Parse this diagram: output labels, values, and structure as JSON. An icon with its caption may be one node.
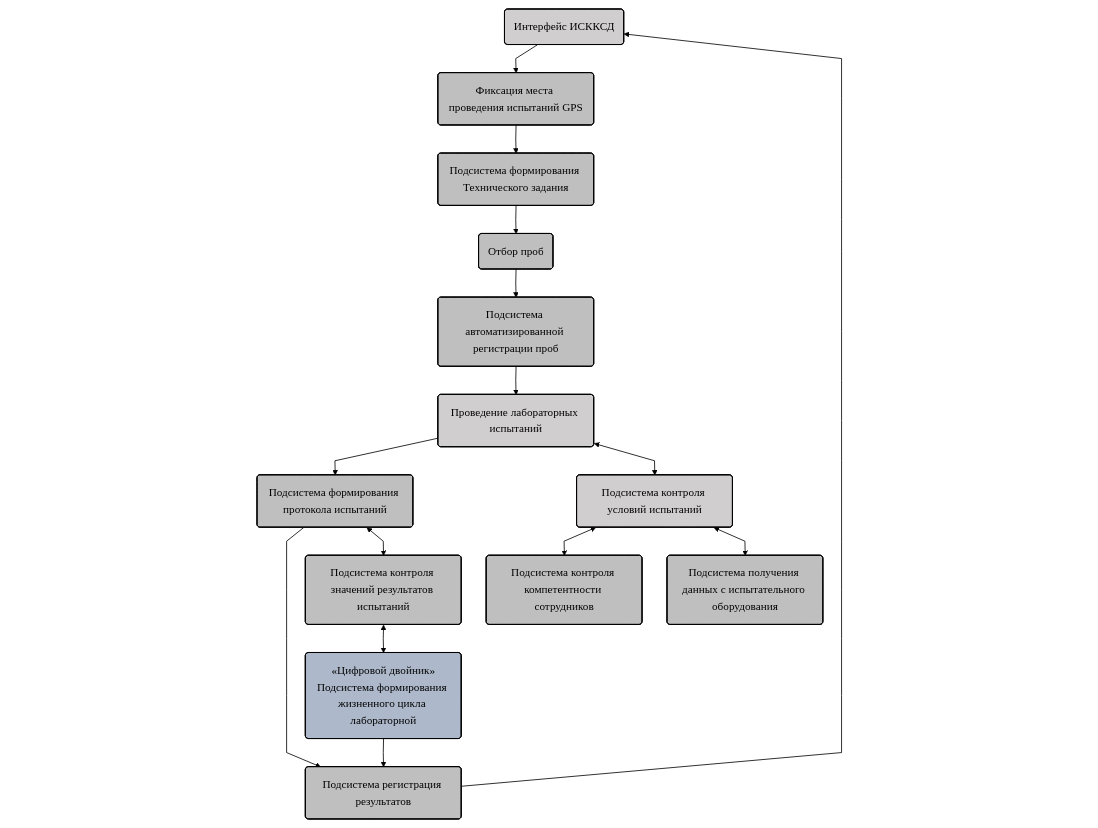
{
  "diagram": {
    "nodes": [
      {
        "text": [
          "Интерфейс ИСККСД"
        ]
      },
      {
        "text": [
          "Фиксация места проведения испытаний GPS"
        ]
      },
      {
        "text": [
          "Подсистема формирования Технического задания"
        ]
      },
      {
        "text": [
          "Отбор проб"
        ]
      },
      {
        "text": [
          "Подсистема регистрация результатов"
        ]
      },
      {
        "text": [
          "Подсистема автоматизированной регистрации проб"
        ]
      },
      {
        "text": [
          "Проведение лабораторных испытаний"
        ]
      },
      {
        "text": [
          "Подсистема формирования протокола испытаний"
        ]
      },
      {
        "text": [
          "Подсистема контроля условий испытаний"
        ]
      },
      {
        "text": [
          "Подсистема контроля значений результатов испытаний"
        ]
      },
      {
        "text": [
          "Подсистема контроля компетентности сотрудников"
        ]
      },
      {
        "text": [
          "Подсистема получения данных с испытательного оборудования"
        ]
      },
      {
        "text": [
          "«Цифровой двойник»",
          "Подсистема формирования жизненного цикла лабораторной"
        ]
      }
    ],
    "edges": [
      {
        "from": 0,
        "to": 1,
        "arrow": "to"
      },
      {
        "from": 1,
        "to": 2,
        "arrow": "to"
      },
      {
        "from": 2,
        "to": 3,
        "arrow": "to"
      },
      {
        "from": 3,
        "to": 5,
        "arrow": "to"
      },
      {
        "from": 4,
        "to": 0,
        "arrow": "to"
      },
      {
        "from": 5,
        "to": 6,
        "arrow": "to"
      },
      {
        "from": 6,
        "to": 7,
        "arrow": "to"
      },
      {
        "from": 7,
        "to": 4,
        "arrow": "to"
      },
      {
        "from": 6,
        "to": 8,
        "arrow": "both"
      },
      {
        "from": 7,
        "to": 9,
        "arrow": "both"
      },
      {
        "from": 8,
        "to": 10,
        "arrow": "both"
      },
      {
        "from": 8,
        "to": 11,
        "arrow": "both"
      },
      {
        "from": 9,
        "to": 12,
        "arrow": "both"
      },
      {
        "from": 12,
        "to": 4,
        "arrow": "to"
      }
    ]
  }
}
